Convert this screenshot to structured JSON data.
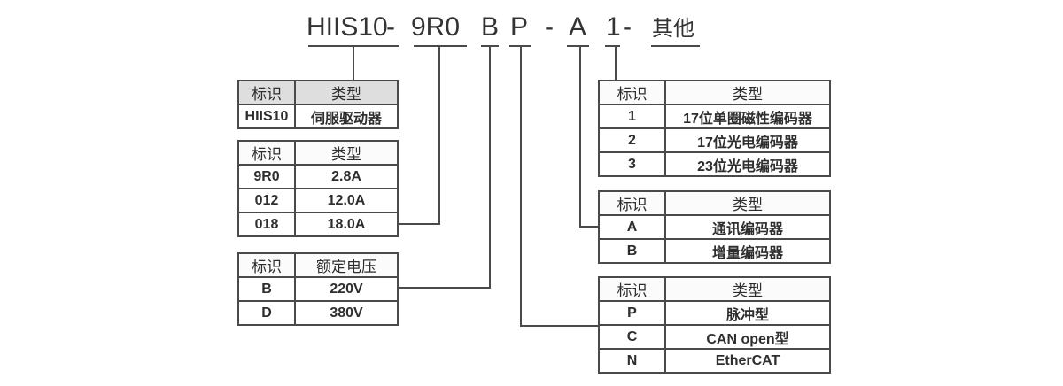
{
  "colors": {
    "page_bg": "#ffffff",
    "line": "#4a4a4a",
    "text": "#2e2e2e",
    "shaded_header_bg": "#dedede",
    "plain_header_bg": "#fbfbfb"
  },
  "model_code": {
    "parts": [
      "HIIS10",
      "-",
      "9R0",
      "B",
      "P",
      "-",
      "A",
      "1",
      "-",
      "其他"
    ]
  },
  "tables": [
    {
      "name": "series",
      "headers": [
        "标识",
        "类型"
      ],
      "rows": [
        [
          "HIIS10",
          "伺服驱动器"
        ]
      ]
    },
    {
      "name": "rated-current",
      "headers": [
        "标识",
        "类型"
      ],
      "rows": [
        [
          "9R0",
          "2.8A"
        ],
        [
          "012",
          "12.0A"
        ],
        [
          "018",
          "18.0A"
        ]
      ]
    },
    {
      "name": "rated-voltage",
      "headers": [
        "标识",
        "额定电压"
      ],
      "rows": [
        [
          "B",
          "220V"
        ],
        [
          "D",
          "380V"
        ]
      ]
    },
    {
      "name": "encoder",
      "headers": [
        "标识",
        "类型"
      ],
      "rows": [
        [
          "1",
          "17位单圈磁性编码器"
        ],
        [
          "2",
          "17位光电编码器"
        ],
        [
          "3",
          "23位光电编码器"
        ]
      ]
    },
    {
      "name": "encoder-class",
      "headers": [
        "标识",
        "类型"
      ],
      "rows": [
        [
          "A",
          "通讯编码器"
        ],
        [
          "B",
          "增量编码器"
        ]
      ]
    },
    {
      "name": "control-mode",
      "headers": [
        "标识",
        "类型"
      ],
      "rows": [
        [
          "P",
          "脉冲型"
        ],
        [
          "C",
          "CAN open型"
        ],
        [
          "N",
          "EtherCAT"
        ]
      ]
    }
  ]
}
